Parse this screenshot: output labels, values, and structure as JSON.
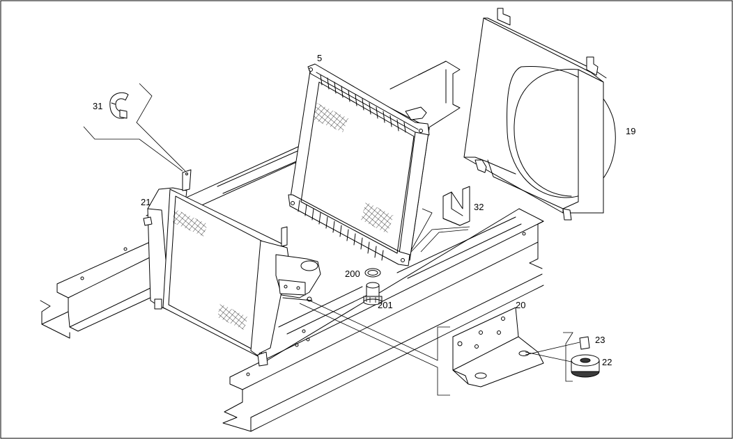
{
  "diagram": {
    "part_labels": [
      {
        "id": "p31",
        "text": "31"
      },
      {
        "id": "p5",
        "text": "5"
      },
      {
        "id": "p19",
        "text": "19"
      },
      {
        "id": "p21",
        "text": "21"
      },
      {
        "id": "p32",
        "text": "32"
      },
      {
        "id": "p200",
        "text": "200"
      },
      {
        "id": "p201",
        "text": "201"
      },
      {
        "id": "p20",
        "text": "20"
      },
      {
        "id": "p23",
        "text": "23"
      },
      {
        "id": "p22",
        "text": "22"
      }
    ]
  }
}
